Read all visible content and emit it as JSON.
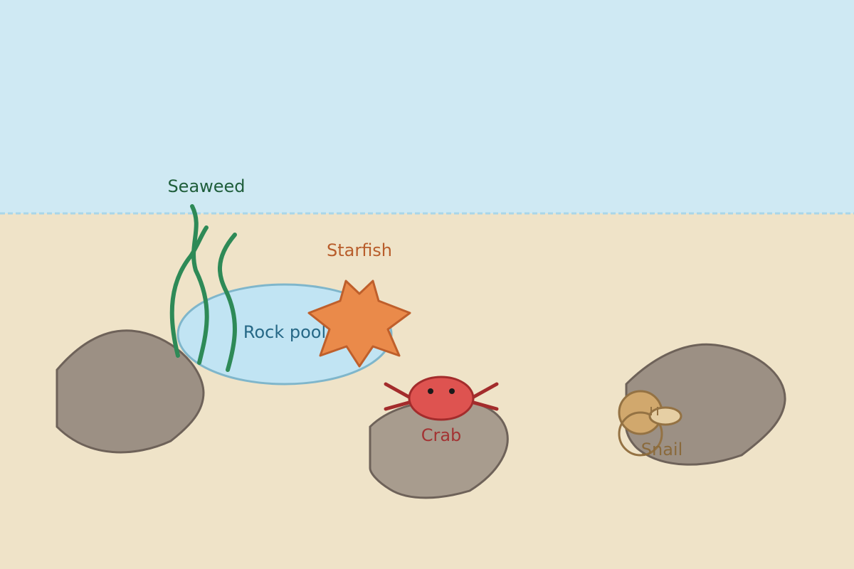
{
  "labels": {
    "seaweed": "Seaweed",
    "starfish": "Starfish",
    "rock_pool": "Rock pool",
    "crab": "Crab",
    "snail": "Snail"
  },
  "colors": {
    "sky": "#cfe9f3",
    "sand": "#efe3c8",
    "water_line": "#a9d6e9",
    "rock_fill": "#9c9084",
    "rock_fill_light": "#a89c8e",
    "rock_stroke": "#6e6259",
    "pool_fill": "#c1e4f3",
    "pool_stroke": "#7fb6cb",
    "seaweed": "#2e8a57",
    "seaweed_text": "#1f5e3b",
    "starfish_fill": "#ea8a4a",
    "starfish_stroke": "#bf5f2b",
    "starfish_text": "#b85d2b",
    "crab_fill": "#de5350",
    "crab_stroke": "#a32c2c",
    "crab_text": "#a33434",
    "snail_shell": "#d1a86d",
    "snail_stroke": "#947243",
    "snail_body": "#e6cfa4",
    "snail_text": "#8a6a3c",
    "pool_text": "#266886"
  }
}
